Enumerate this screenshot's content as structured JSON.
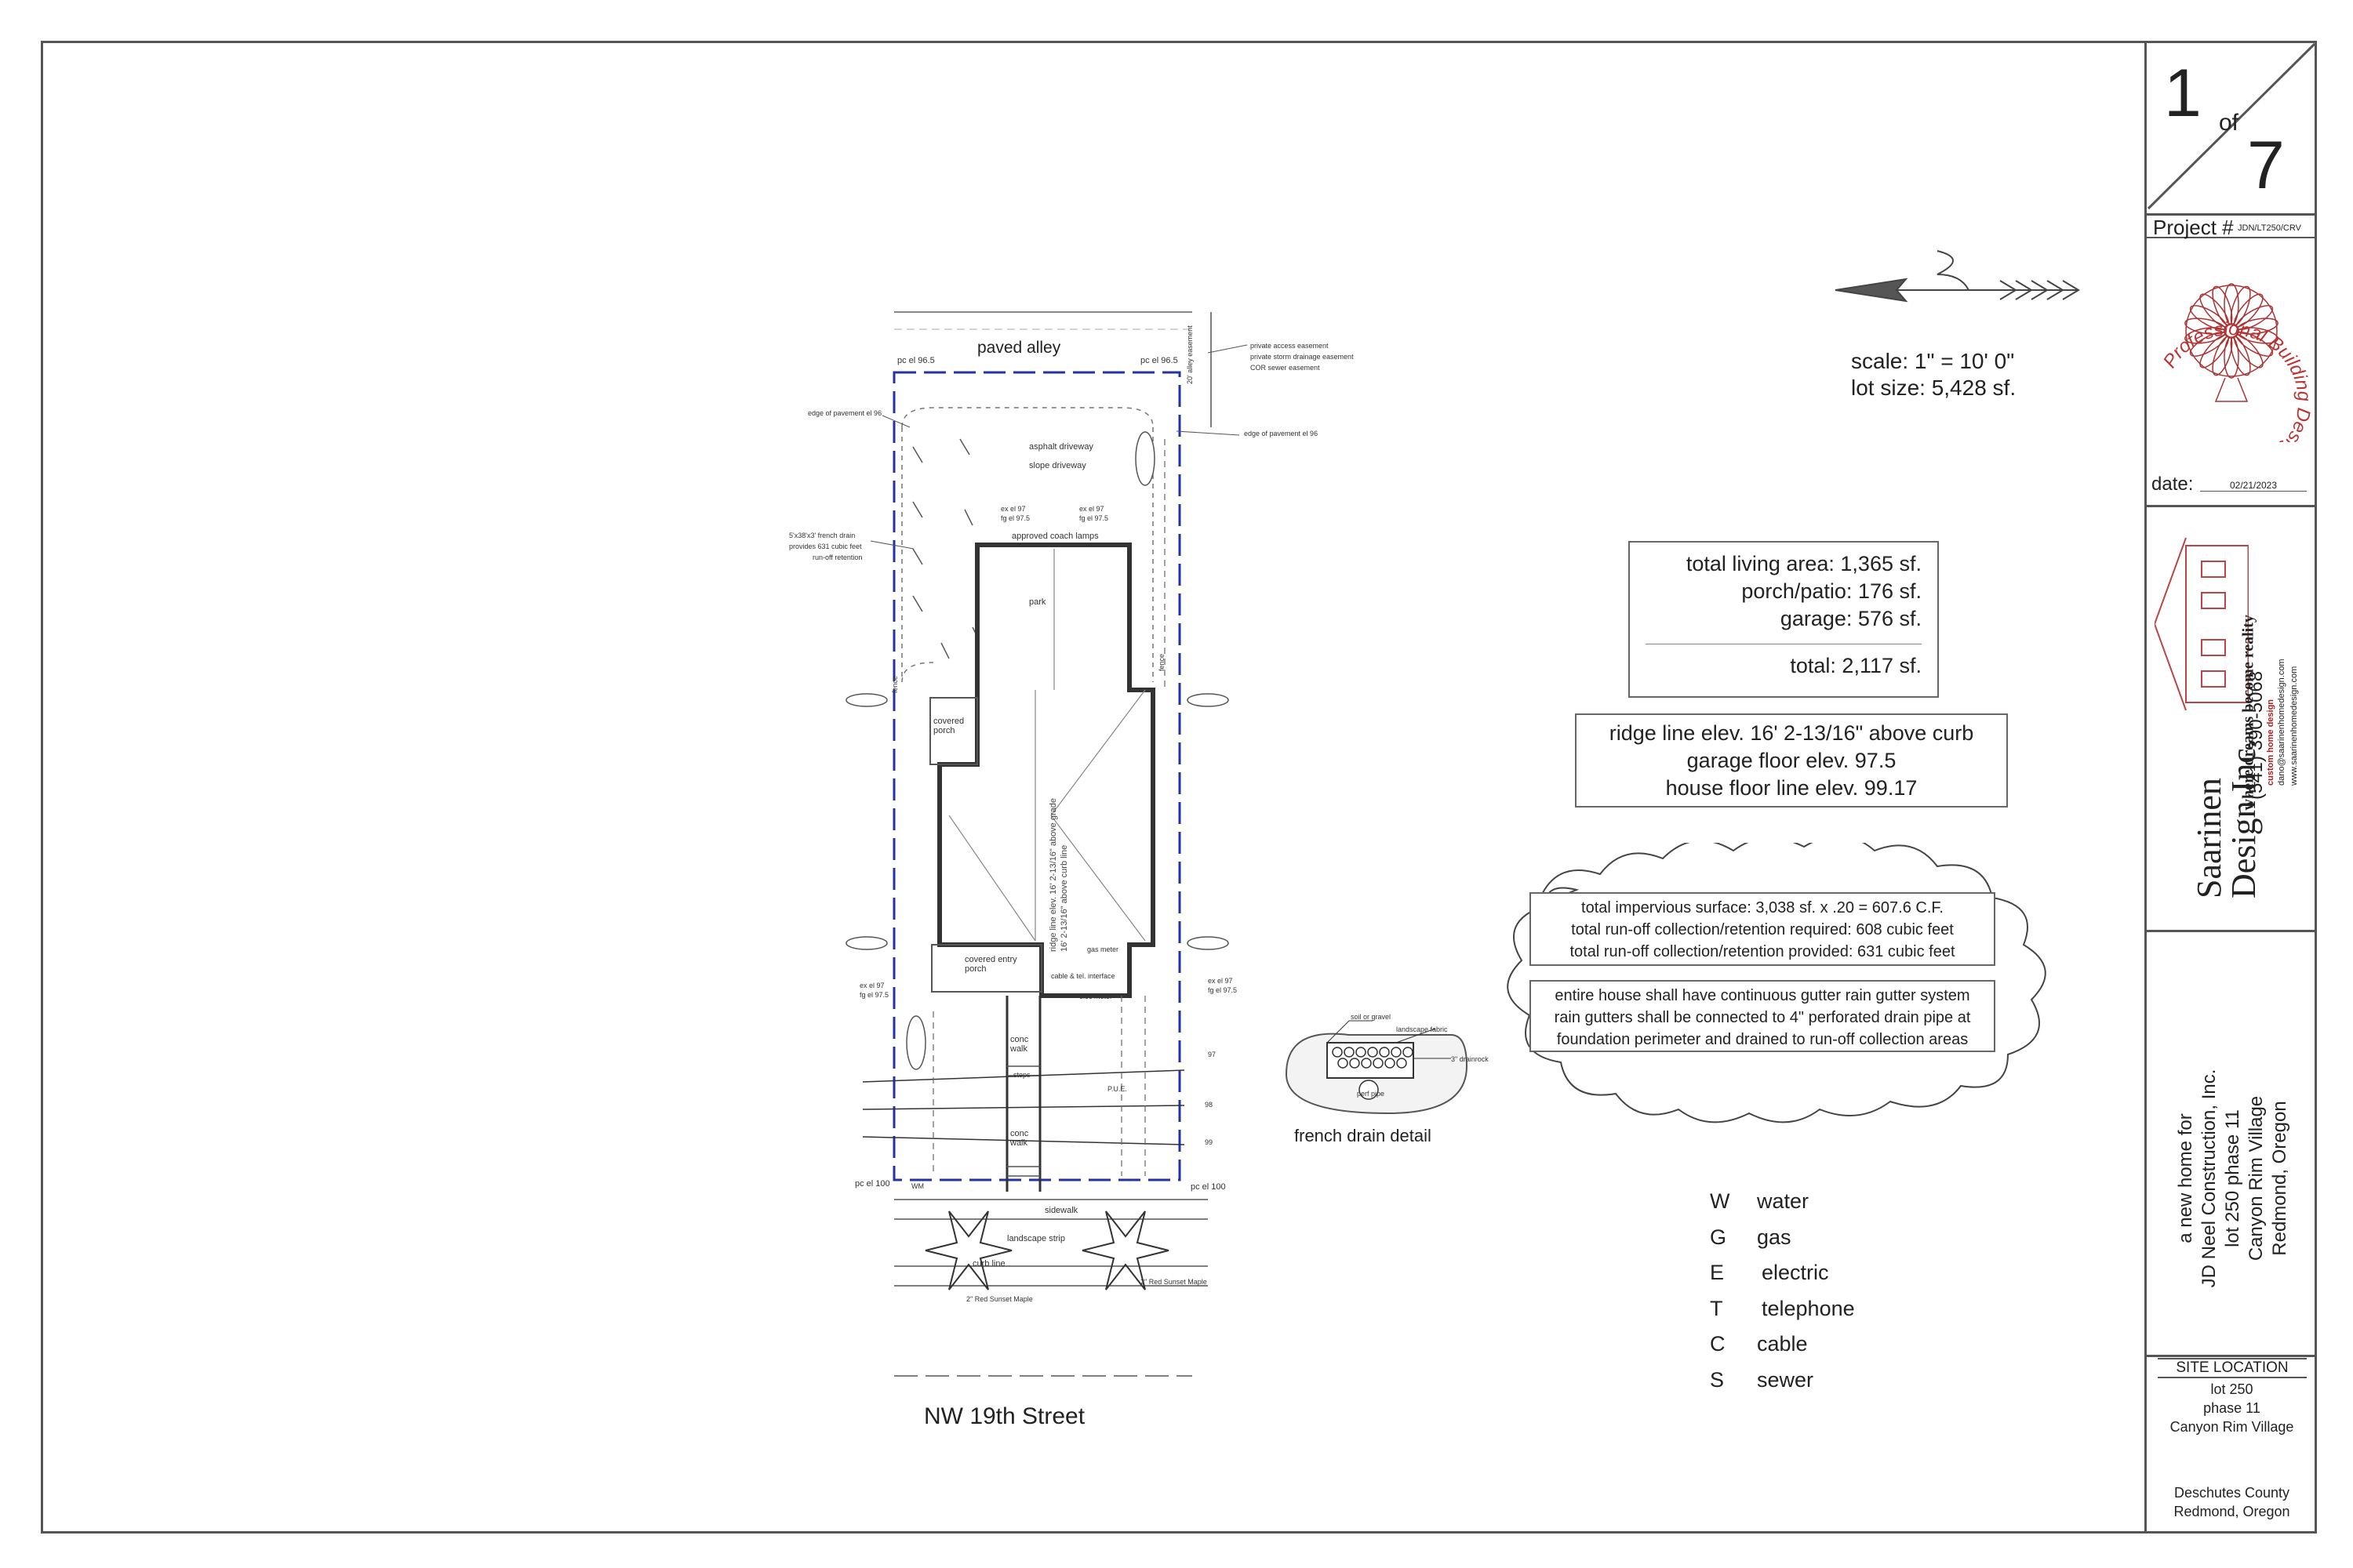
{
  "sheet": {
    "number": "1",
    "of_label": "of",
    "total": "7"
  },
  "project": {
    "label": "Project #",
    "value": "JDN/LT250/CRV"
  },
  "date": {
    "label": "date:",
    "value": "02/21/2023"
  },
  "logo_circle_text": "Professional Building Designer",
  "designer": {
    "name": "Saarinen Design Inc.",
    "tagline": "where dreams become reality",
    "phone": "(541) 390-5068",
    "email": "dano@saarinenhomedesign.com",
    "sub": "custom home design",
    "website": "www.saarinenhomedesign.com"
  },
  "client": {
    "line1": "a new home for",
    "line2": "JD Neel Construction, Inc.",
    "line3": "lot 250 phase 11",
    "line4": "Canyon Rim Village",
    "line5": "Redmond, Oregon"
  },
  "site_location": {
    "header": "SITE LOCATION",
    "lot": "lot 250",
    "phase": "phase 11",
    "subdivision": "Canyon Rim Village",
    "county": "Deschutes County",
    "city": "Redmond, Oregon"
  },
  "scale": {
    "text": "scale: 1\" = 10' 0\"",
    "lot_size": "lot size: 5,428 sf."
  },
  "areas": {
    "living": "total living area: 1,365 sf.",
    "porch": "porch/patio: 176 sf.",
    "garage": "garage: 576 sf.",
    "total": "total: 2,117 sf."
  },
  "elevations": {
    "ridge": "ridge line elev. 16' 2-13/16\" above curb",
    "garage_floor": "garage floor elev. 97.5",
    "house_floor": "house floor line elev. 99.17"
  },
  "drainage": {
    "impervious": "total impervious surface: 3,038 sf. x .20 = 607.6 C.F.",
    "required": "total run-off collection/retention required: 608 cubic feet",
    "provided": "total run-off collection/retention provided: 631 cubic feet",
    "gutter1": "entire house shall have continuous gutter rain gutter system",
    "gutter2": "rain gutters shall be connected to 4\" perforated drain pipe at",
    "gutter3": "foundation perimeter and drained to run-off collection areas"
  },
  "french_drain": {
    "caption": "french drain detail",
    "soil": "soil or gravel",
    "fabric": "landscape fabric",
    "drainrock": "3\" drainrock",
    "pipe": "perf pipe"
  },
  "legend": [
    {
      "code": "W",
      "label": "water"
    },
    {
      "code": "G",
      "label": "gas"
    },
    {
      "code": "E",
      "label": "electric"
    },
    {
      "code": "T",
      "label": "telephone"
    },
    {
      "code": "C",
      "label": "cable"
    },
    {
      "code": "S",
      "label": "sewer"
    }
  ],
  "site": {
    "street": "NW 19th Street",
    "alley": "paved alley",
    "pc_el_96_5_left": "pc el 96.5",
    "pc_el_96_5_right": "pc el 96.5",
    "pc_el_100_left": "pc el 100",
    "pc_el_100_right": "pc el 100",
    "asphalt": "asphalt driveway",
    "slope": "slope driveway",
    "coach": "approved coach lamps",
    "park": "park",
    "covered_porch": "covered porch",
    "covered_entry": "covered entry porch",
    "gas_meter": "gas meter",
    "cable_tel": "cable & tel. interface",
    "elec_meter": "elec meter",
    "conc_walk_1": "conc walk",
    "conc_walk_2": "conc walk",
    "steps": "steps",
    "sidewalk": "sidewalk",
    "landscape_strip": "landscape strip",
    "curb_line": "curb line",
    "maple1": "2\" Red Sunset Maple",
    "maple2": "2\" Red Sunset Maple",
    "ridge_note1": "ridge line elev. 16' 2-13/16\" above grade",
    "ridge_note2": "16' 2-13/16\" above curb line",
    "edge_pavement_left": "edge of pavement el 96",
    "edge_pavement_right": "edge of pavement el 96",
    "french_note1": "5'x38'x3' french drain",
    "french_note2": "provides 631 cubic feet",
    "french_note3": "run-off retention",
    "easement1": "private access easement",
    "easement2": "private storm drainage easement",
    "easement3": "COR sewer easement",
    "alley_easement": "20' alley easement",
    "ex_el_97_a": "ex el 97",
    "fg_el_97_5_a": "fg el 97.5",
    "ex_el_97_b": "ex el 97",
    "fg_el_97_5_b": "fg el 97.5",
    "ex_el_97_c": "ex el 97",
    "fg_el_97_5_c": "fg el 97.5",
    "ex_el_97_d": "ex el 97",
    "fg_el_97_5_d": "fg el 97.5",
    "contour_97": "97",
    "contour_98": "98",
    "contour_99": "99",
    "fence_left": "fence",
    "fence_right": "fence",
    "pue": "P.U.E.",
    "wm": "WM"
  }
}
